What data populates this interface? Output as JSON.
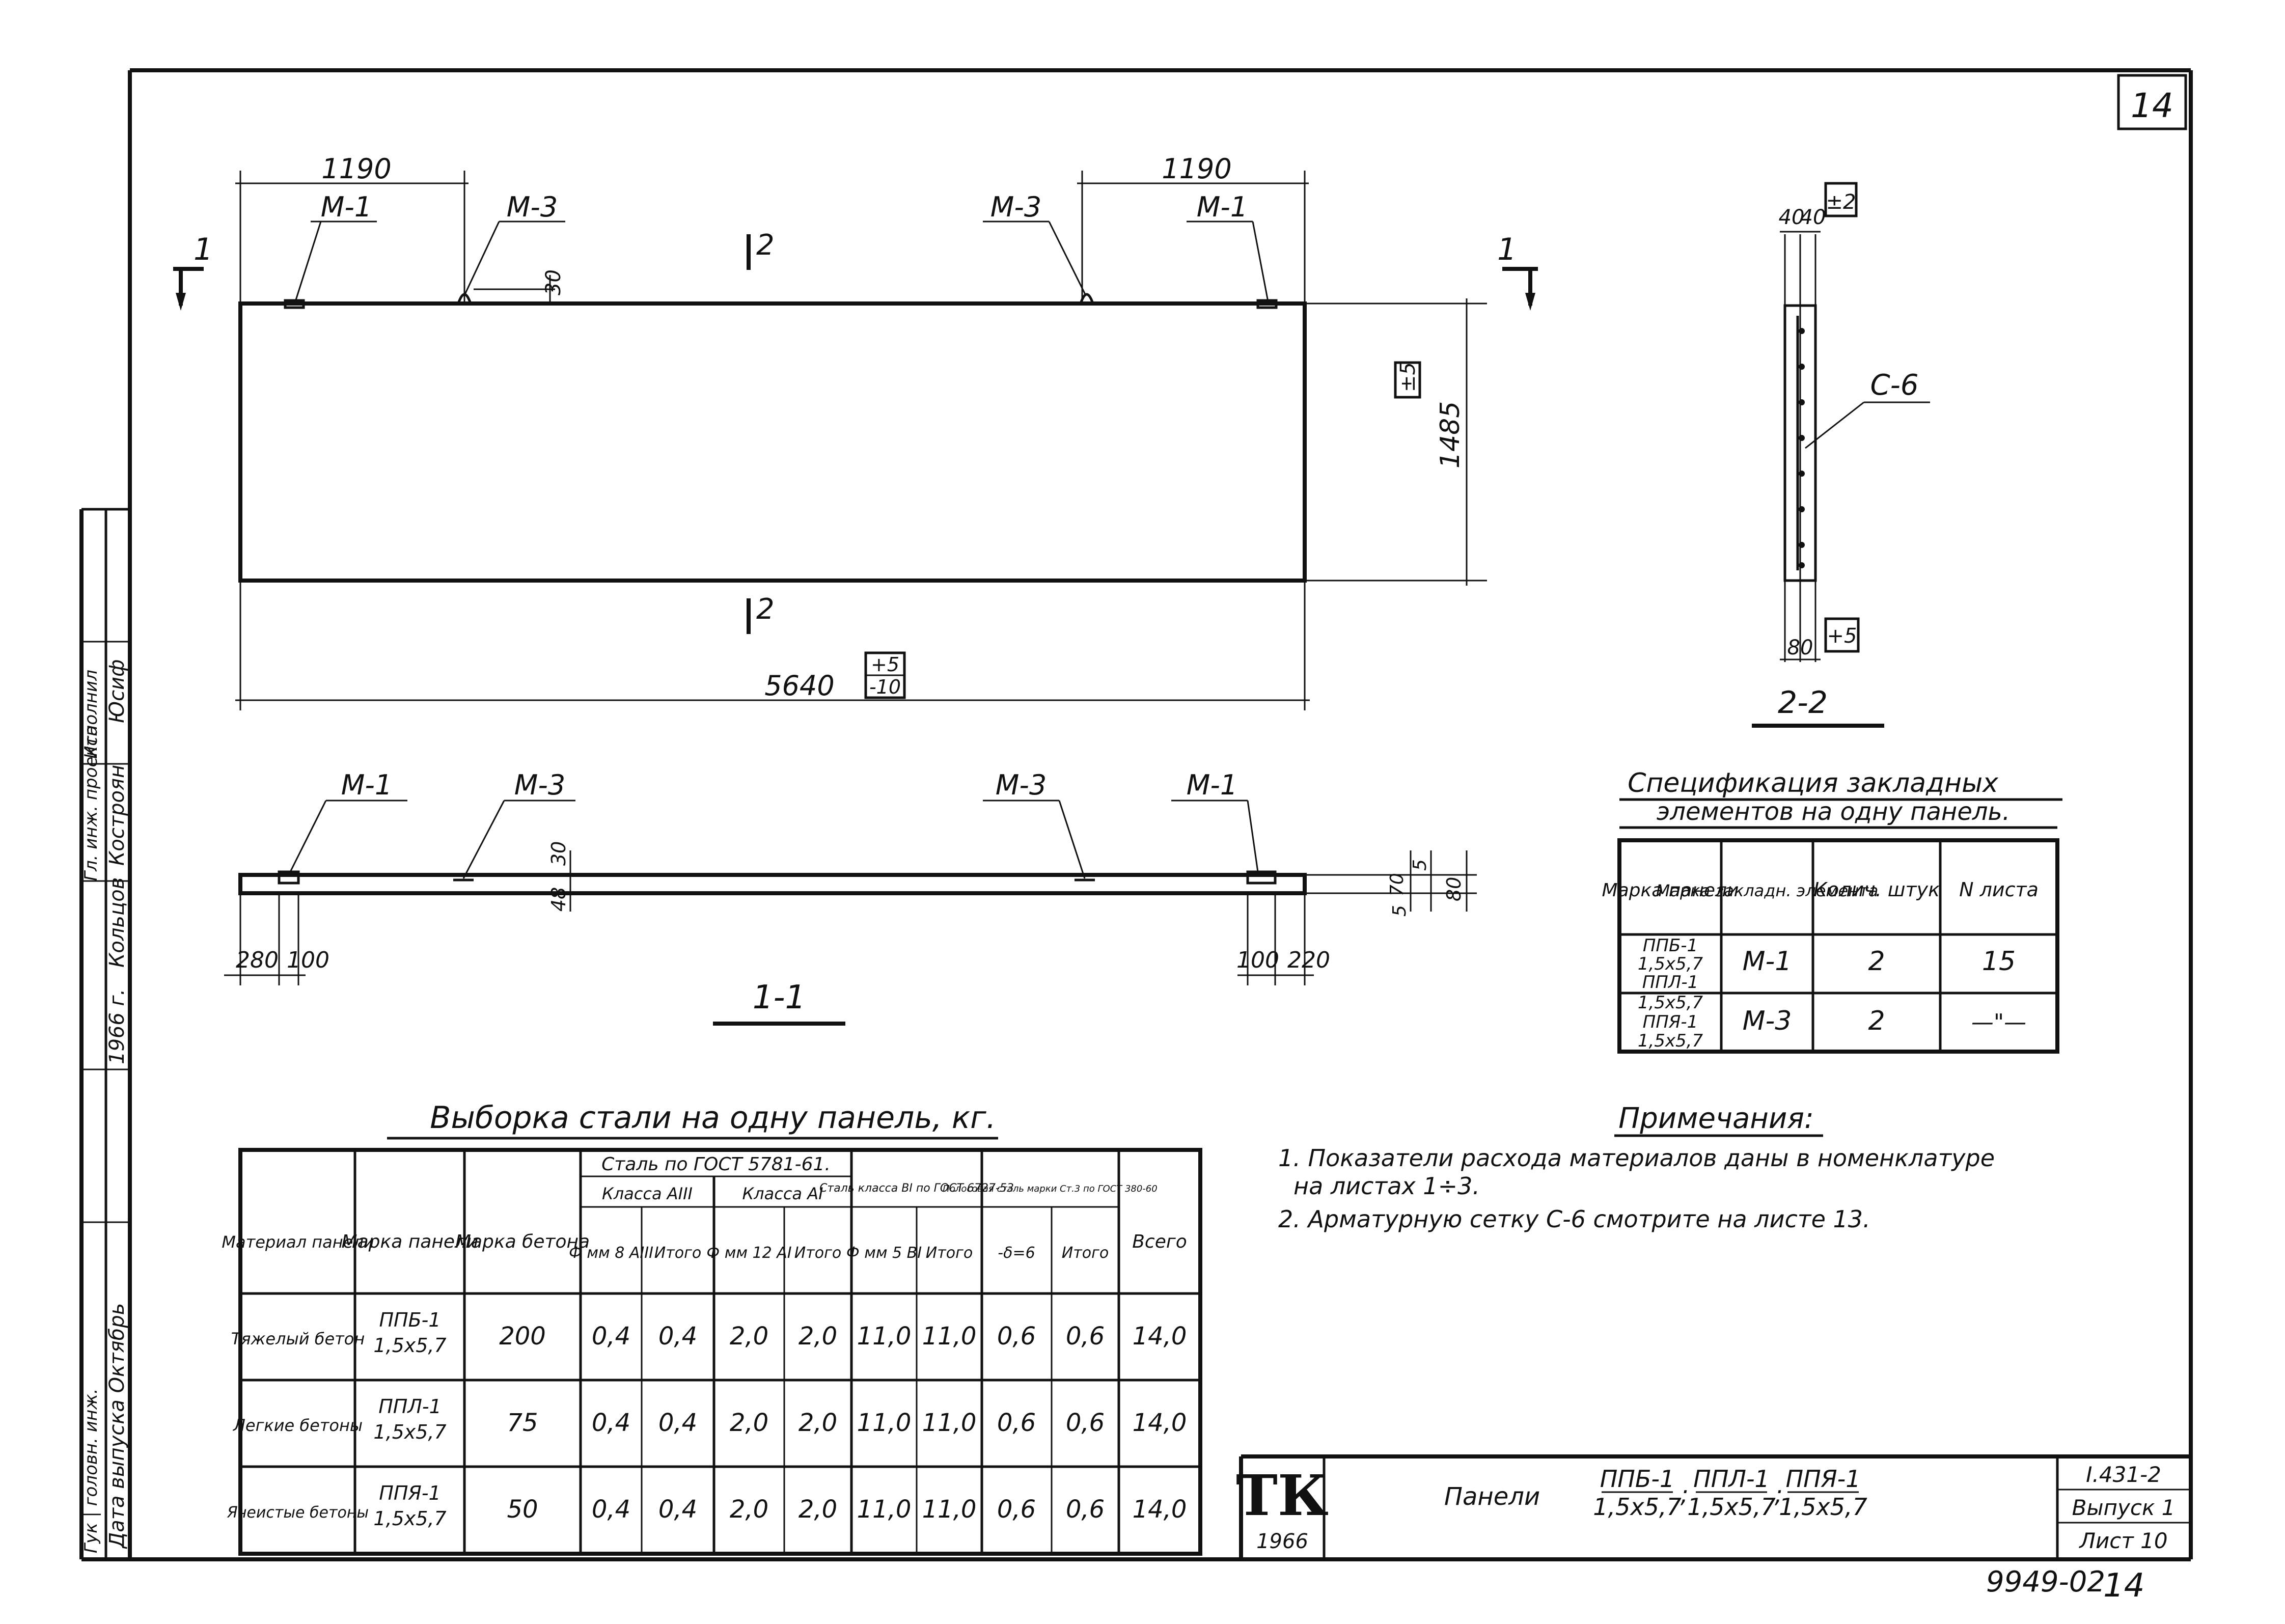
{
  "sheet": {
    "number_box": "14",
    "stamp_code": "9949-02",
    "stamp_page": "14"
  },
  "side_strip": {
    "texts": [
      "Гук | головн. инж.",
      "Гл. инж. проекта",
      "Исполнил",
      "1966 г.",
      "Кольцов",
      "Костроян",
      "Юсиф",
      "Дата выпуска Октябрь"
    ]
  },
  "plan": {
    "dim_left_top": "1190",
    "dim_right_top": "1190",
    "m1_left": "М-1",
    "m3_left": "М-3",
    "m3_right": "М-3",
    "m1_right": "М-1",
    "dim_30": "30",
    "section_mark_top": "2",
    "section_mark_bottom": "2",
    "cut_left": "1",
    "cut_right": "1",
    "height_dim": "1485",
    "height_tol": "±5",
    "length_dim": "5640",
    "length_tol_plus": "+5",
    "length_tol_minus": "-10"
  },
  "section22": {
    "dim_40a": "40",
    "dim_40b": "40",
    "tol_top": "±2",
    "mesh_label": "С-6",
    "width_dim": "80",
    "tol_bottom": "+5",
    "caption": "2-2"
  },
  "section11": {
    "m1_left": "М-1",
    "m3_left": "М-3",
    "m3_right": "М-3",
    "m1_right": "М-1",
    "dim_30": "30",
    "dim_48": "48",
    "dim_70": "70",
    "dim_5a": "5",
    "dim_5b": "5",
    "dim_80": "80",
    "dim_280_left": "280",
    "dim_100_left": "100",
    "dim_100_right": "100",
    "dim_220_right": "220",
    "caption": "1-1"
  },
  "spec": {
    "title_line1": "Спецификация закладных",
    "title_line2": "элементов на одну панель.",
    "headers": [
      "Марка панели",
      "Марка закладн. элемента",
      "Колич. штук",
      "N листа"
    ],
    "panel_marks": [
      "ППБ-1",
      "1,5х5,7",
      "ППЛ-1",
      "1,5х5,7",
      "ППЯ-1",
      "1,5х5,7"
    ],
    "rows": [
      {
        "element": "М-1",
        "qty": "2",
        "sheet": "15"
      },
      {
        "element": "М-3",
        "qty": "2",
        "sheet": "—\"—"
      }
    ]
  },
  "notes": {
    "title": "Примечания:",
    "line1": "1. Показатели расхода материалов даны в номенклатуре",
    "line2": "на листах 1÷3.",
    "line3": "2. Арматурную сетку С-6 смотрите на листе 13."
  },
  "steel": {
    "title": "Выборка стали на одну панель, кг.",
    "h_material": "Материал панели",
    "h_mark": "Марка панели",
    "h_concrete": "Марка бетона",
    "h_gost5781": "Сталь по ГОСТ 5781-61.",
    "h_class_a3": "Класса АIII",
    "h_class_a1": "Класса АI",
    "h_b1": "Сталь класса BI по ГОСТ 6727-53",
    "h_strip": "Полосовая сталь марки Ст.3 по ГОСТ 380-60",
    "h_total": "Всего",
    "sub": [
      "Ф мм 8 АIII",
      "Итого",
      "Ф мм 12 АI",
      "Итого",
      "Ф мм 5 BI",
      "Итого",
      "-δ=6",
      "Итого"
    ],
    "rows": [
      {
        "material": "Тяжелый бетон",
        "mark": "ППБ-1",
        "size": "1,5х5,7",
        "concrete": "200",
        "v": [
          "0,4",
          "0,4",
          "2,0",
          "2,0",
          "11,0",
          "11,0",
          "0,6",
          "0,6",
          "14,0"
        ]
      },
      {
        "material": "Легкие бетоны",
        "mark": "ППЛ-1",
        "size": "1,5х5,7",
        "concrete": "75",
        "v": [
          "0,4",
          "0,4",
          "2,0",
          "2,0",
          "11,0",
          "11,0",
          "0,6",
          "0,6",
          "14,0"
        ]
      },
      {
        "material": "Ячеистые бетоны",
        "mark": "ППЯ-1",
        "size": "1,5х5,7",
        "concrete": "50",
        "v": [
          "0,4",
          "0,4",
          "2,0",
          "2,0",
          "11,0",
          "11,0",
          "0,6",
          "0,6",
          "14,0"
        ]
      }
    ]
  },
  "titleblock": {
    "logo": "ТК",
    "year": "1966",
    "name": "Панели",
    "mark1_top": "ППБ-1",
    "mark1_bot": "1,5х5,7",
    "mark2_top": "ППЛ-1",
    "mark2_bot": "1,5х5,7",
    "mark3_top": "ППЯ-1",
    "mark3_bot": "1,5х5,7",
    "series": "I.431-2",
    "issue": "Выпуск 1",
    "sheet": "Лист 10"
  }
}
